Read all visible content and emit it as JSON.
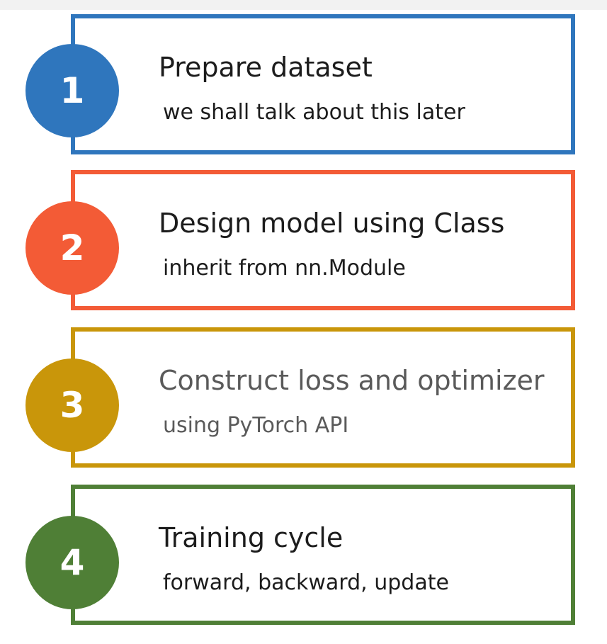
{
  "steps": [
    {
      "number": "1",
      "title": "Prepare dataset",
      "subtitle": "we shall talk about this later",
      "color": "#2f76bd",
      "text_color": "#1c1c1c"
    },
    {
      "number": "2",
      "title": "Design model using Class",
      "subtitle": "inherit from nn.Module",
      "color": "#f35b36",
      "text_color": "#1c1c1c"
    },
    {
      "number": "3",
      "title": "Construct loss and optimizer",
      "subtitle": "using PyTorch API",
      "color": "#c9960a",
      "text_color": "#5a5a5a"
    },
    {
      "number": "4",
      "title": "Training cycle",
      "subtitle": "forward, backward, update",
      "color": "#4f7f36",
      "text_color": "#1c1c1c"
    }
  ]
}
